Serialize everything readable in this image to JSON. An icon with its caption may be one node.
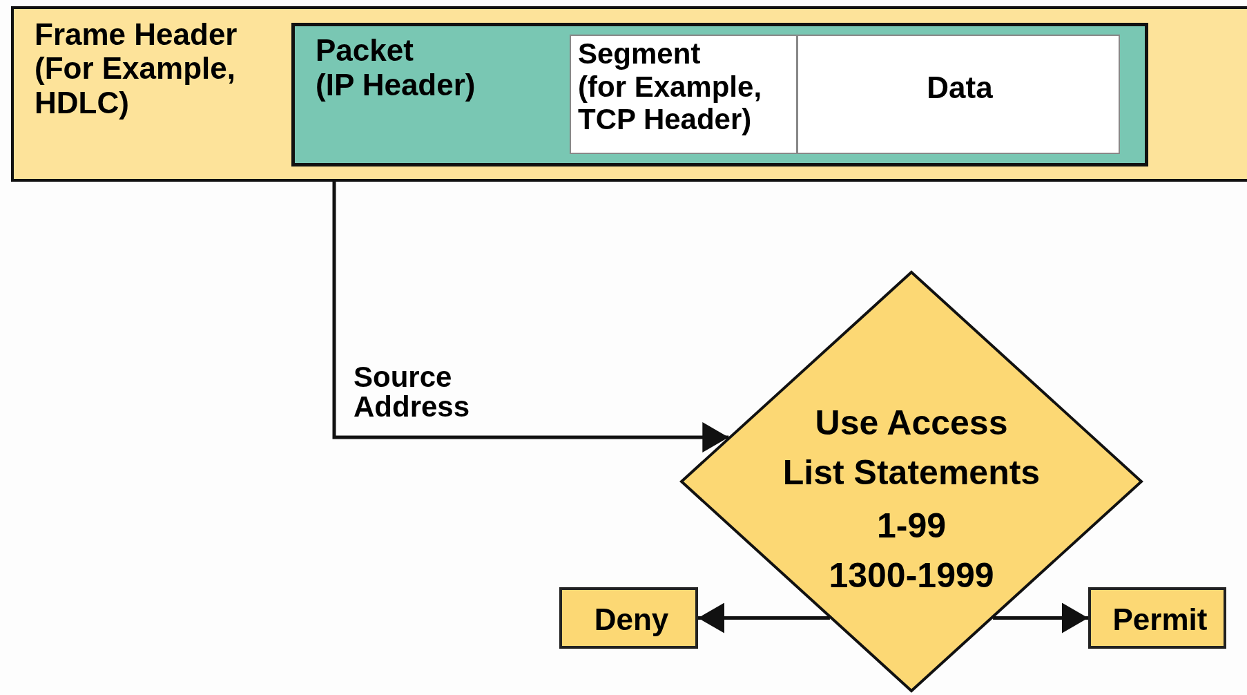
{
  "diagram": {
    "nodes": [
      {
        "text": [
          "Frame Header (For Example, HDLC)"
        ]
      },
      {
        "text": [
          "Packet",
          "(IP Header)"
        ],
        "in": 0
      },
      {
        "text": [
          "Segment",
          "(for Example, TCP Header)"
        ],
        "in": 1
      },
      {
        "text": [
          "Data"
        ],
        "in": 1
      },
      {
        "text": [
          "Use Access List Statements",
          "1-99",
          "1300-1999"
        ]
      },
      {
        "text": [
          "Deny"
        ]
      },
      {
        "text": [
          "Permit"
        ]
      }
    ],
    "edges": [
      {
        "from": 1,
        "to": 4,
        "arrow": "to",
        "label": "Source Address"
      },
      {
        "from": 4,
        "to": 5,
        "arrow": "to"
      },
      {
        "from": 4,
        "to": 6,
        "arrow": "to"
      }
    ]
  }
}
